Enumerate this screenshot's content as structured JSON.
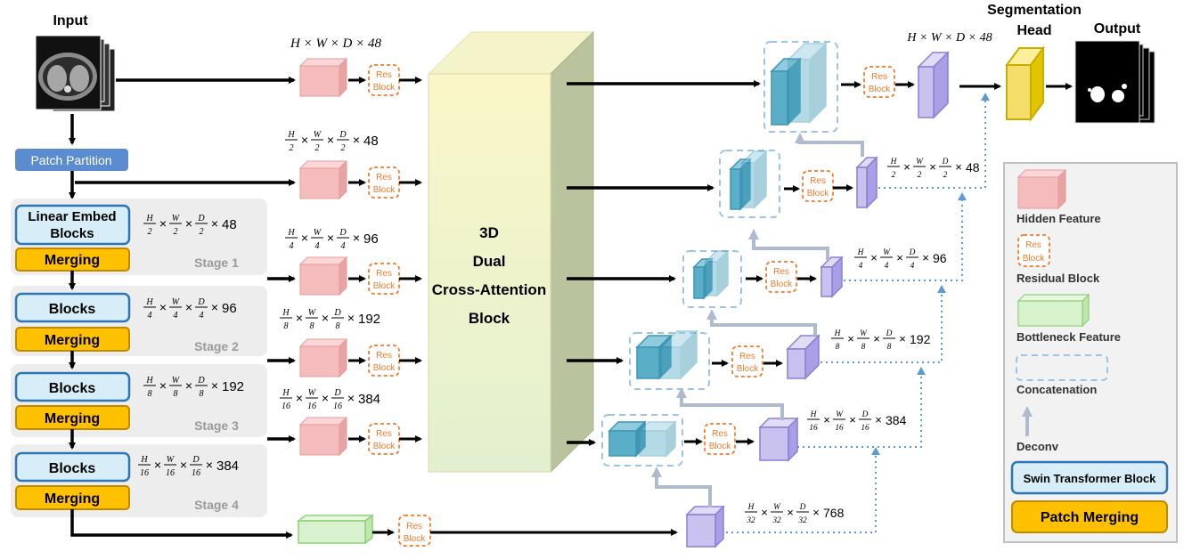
{
  "labels": {
    "input": "Input",
    "output": "Output",
    "seg_head_line1": "Segmentation",
    "seg_head_line2": "Head",
    "patch_partition": "Patch Partition",
    "center_block": [
      "3D",
      "Dual",
      "Cross-Attention",
      "Block"
    ],
    "res": "Res",
    "block": "Block"
  },
  "encoder": {
    "linear_embed_line1": "Linear Embed",
    "linear_embed_line2": "Blocks",
    "blocks": "Blocks",
    "merging": "Merging",
    "stages": [
      "Stage 1",
      "Stage 2",
      "Stage 3",
      "Stage 4"
    ]
  },
  "dimensions": {
    "full": "H × W × D × 48",
    "s1": [
      "H/2",
      "W/2",
      "D/2",
      "48"
    ],
    "s2": [
      "H/4",
      "W/4",
      "D/4",
      "96"
    ],
    "s3": [
      "H/8",
      "W/8",
      "D/8",
      "192"
    ],
    "s4": [
      "H/16",
      "W/16",
      "D/16",
      "384"
    ],
    "s5": [
      "H/32",
      "W/32",
      "D/32",
      "768"
    ]
  },
  "legend": {
    "hidden_feature": "Hidden Feature",
    "residual_block": "Residual Block",
    "bottleneck_feature": "Bottleneck Feature",
    "concatenation": "Concatenation",
    "deconv": "Deconv",
    "swin_block": "Swin Transformer Block",
    "patch_merging": "Patch Merging"
  },
  "colors": {
    "hidden": "#f4bcbc",
    "residual": "#f07b2c",
    "bottleneck": "#d7f2cc",
    "concat": "#9dc3e6",
    "teal": "#5aaec8",
    "decoder": "#c9c2ee",
    "swin": "#d7eef8",
    "swin_border": "#2e75b6",
    "merging": "#ffc000",
    "merging_border": "#c08a00",
    "partition": "#5b8ccf",
    "stage_bg": "#ededed",
    "yellow": "#f5dd6a",
    "arrow_gray": "#aebacd",
    "dotted": "#5b9bd5"
  }
}
